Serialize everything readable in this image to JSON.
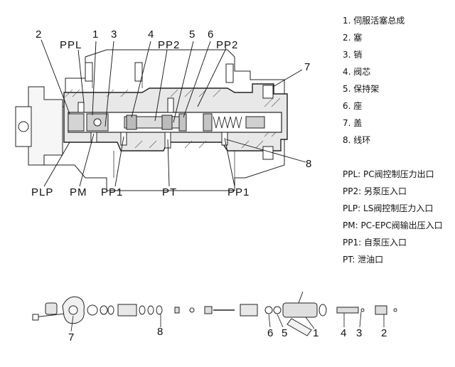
{
  "top_callouts": [
    "2",
    "PPL",
    "1",
    "3",
    "4",
    "PP2",
    "5",
    "6",
    "PP2",
    "7"
  ],
  "right_callout": "8",
  "bottom_callouts": [
    "PLP",
    "PM",
    "PP1",
    "PT",
    "PP1"
  ],
  "parts_callouts": [
    "7",
    "8",
    "6",
    "5",
    "1",
    "4",
    "3",
    "2"
  ],
  "legend_parts": [
    "1. 伺服活塞总成",
    "2. 塞",
    "3. 销",
    "4. 阀芯",
    "5. 保持架",
    "6. 座",
    "7. 盖",
    "8. 线环"
  ],
  "legend_ports": [
    "PPL: PC阀控制压力出口",
    "PP2: 另泵压入口",
    "PLP: LS阀控制压力入口",
    "PM: PC-EPC阀输出压入口",
    "PP1: 自泵压入口",
    "PT: 泄油口"
  ]
}
